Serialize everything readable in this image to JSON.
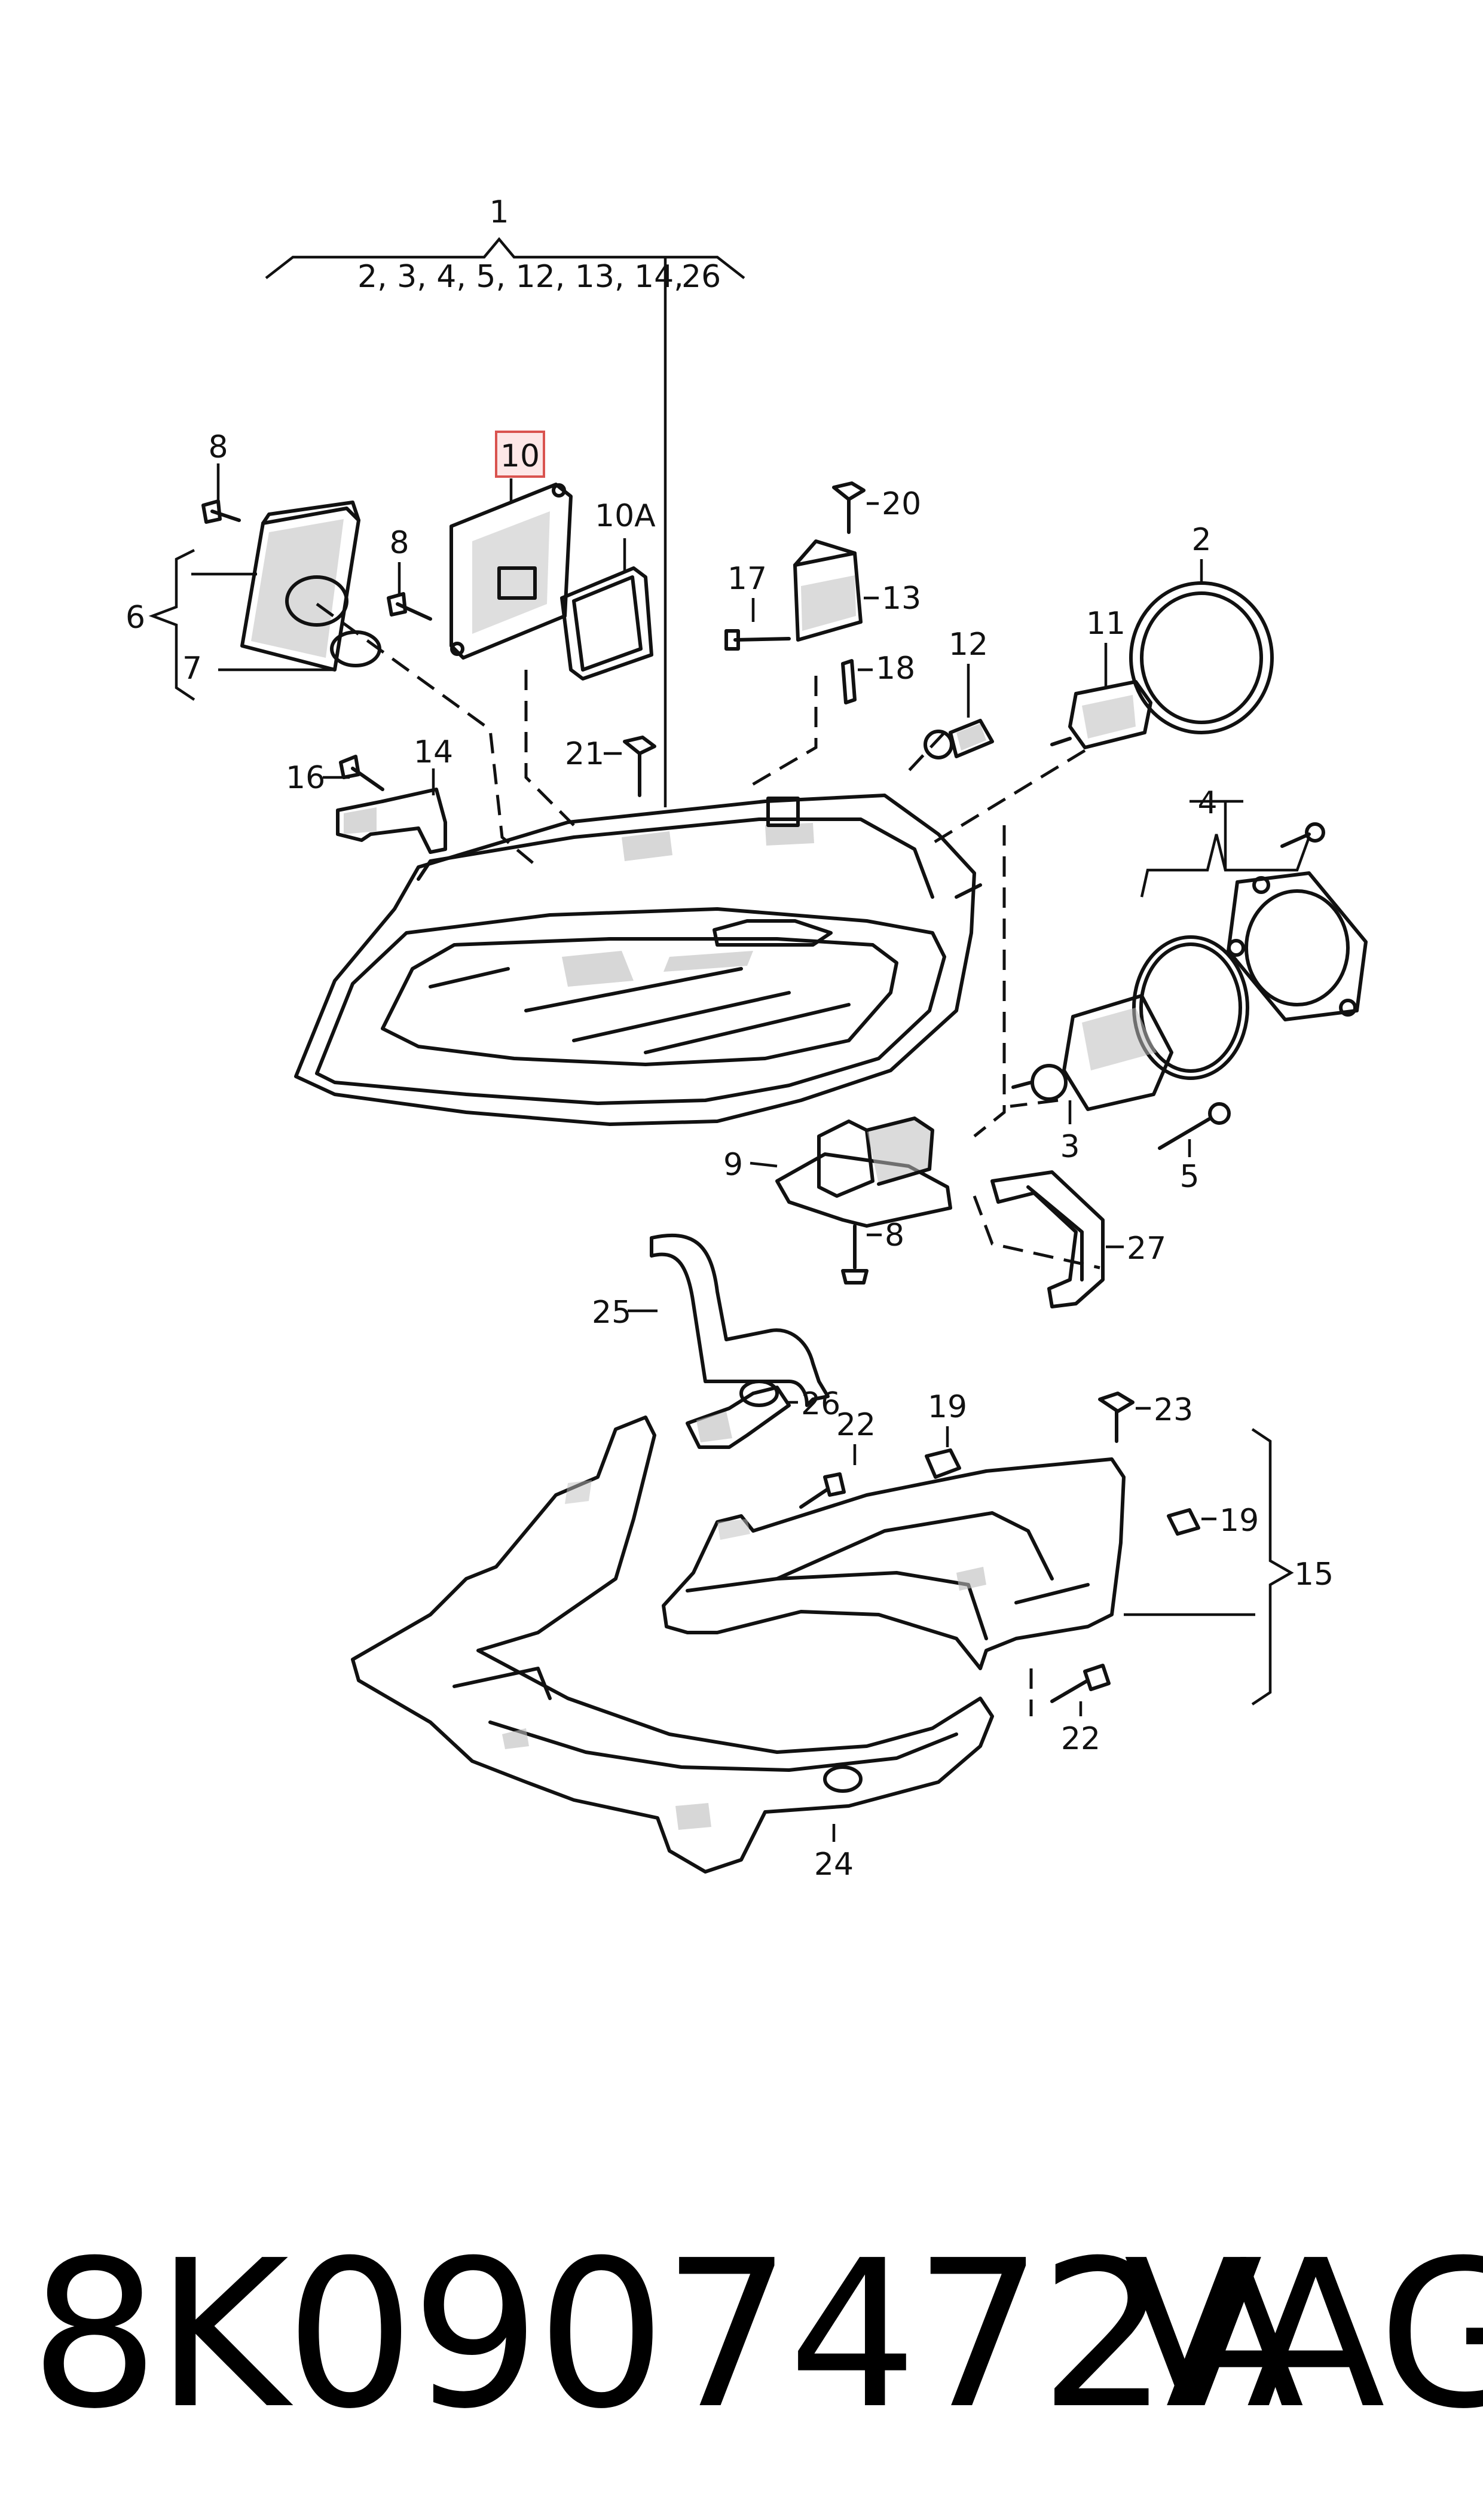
{
  "callouts": {
    "c1": "1",
    "c1_group": "2, 3, 4, 5, 12, 13, 14,",
    "c1_group_end": "26",
    "c2": "2",
    "c3": "3",
    "c4": "4",
    "c5": "5",
    "c6": "6",
    "c7": "7",
    "c8a": "8",
    "c8b": "8",
    "c8c": "8",
    "c9": "9",
    "c10": "10",
    "c10a": "10A",
    "c11": "11",
    "c12": "12",
    "c13": "13",
    "c14": "14",
    "c15": "15",
    "c16": "16",
    "c17": "17",
    "c18": "18",
    "c19a": "19",
    "c19b": "19",
    "c20": "20",
    "c21": "21",
    "c22a": "22",
    "c22b": "22",
    "c23": "23",
    "c24": "24",
    "c25": "25",
    "c26": "26",
    "c27": "27"
  },
  "highlight": {
    "callout": "10",
    "color": "#d9534f",
    "fill": "#fde7e7"
  },
  "footer": {
    "part_number": "8K0907472A",
    "brand": "VAG"
  }
}
